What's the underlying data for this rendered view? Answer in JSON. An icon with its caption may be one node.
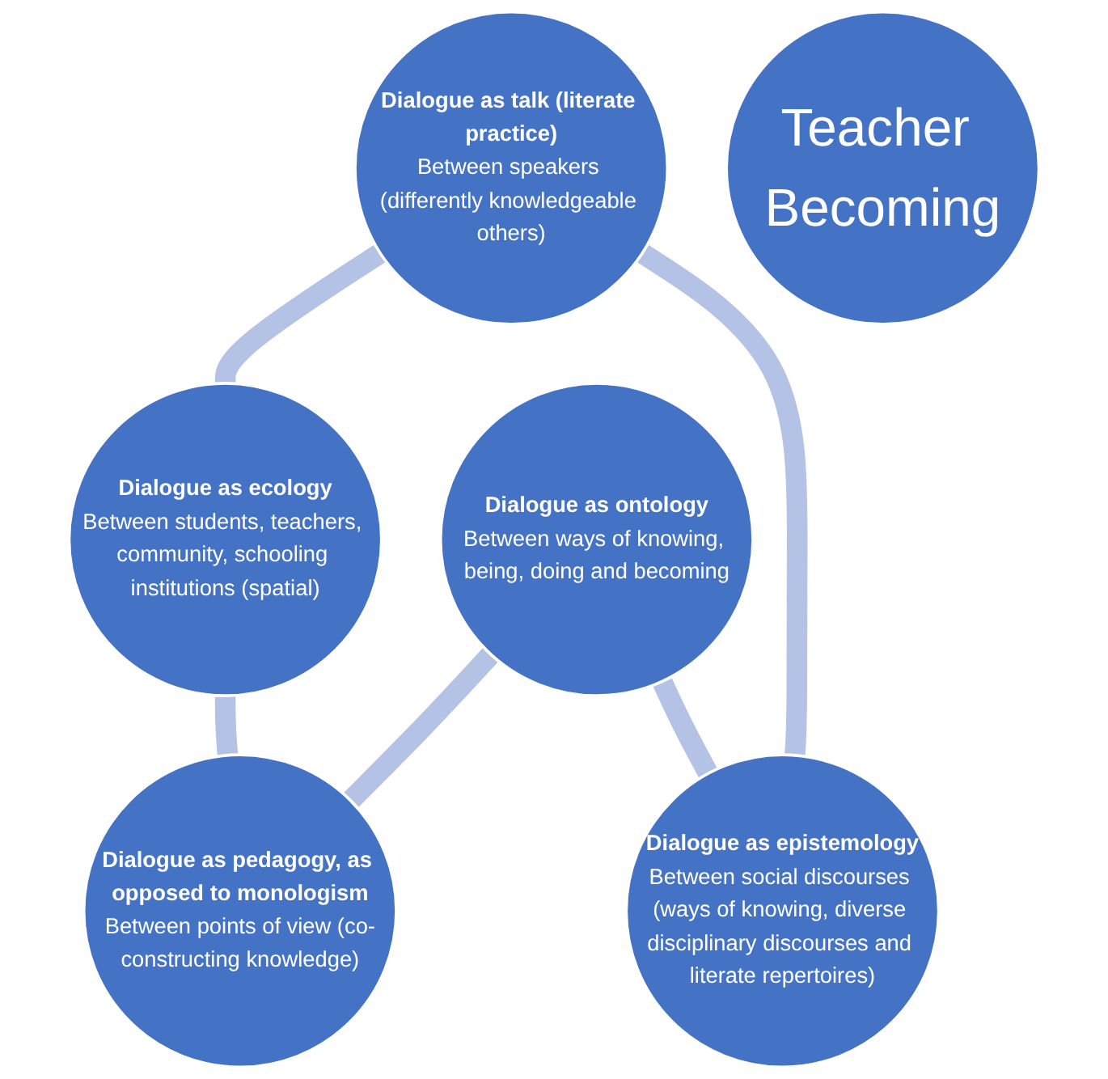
{
  "diagram": {
    "nodes": [
      {
        "text": [
          "Dialogue as talk (literate practice)",
          "Between speakers (differently knowledgeable others)"
        ]
      },
      {
        "text": [
          "Dialogue as epistemology",
          "Between social discourses (ways of knowing, diverse disciplinary discourses and literate repertoires)"
        ]
      },
      {
        "text": [
          "Dialogue as ecology",
          "Between students, teachers, community, schooling institutions (spatial)"
        ]
      },
      {
        "text": [
          "Teacher Becoming"
        ]
      },
      {
        "text": [
          "Dialogue as ontology",
          "Between ways of knowing, being, doing and becoming"
        ]
      },
      {
        "text": [
          "Dialogue as pedagogy, as opposed to monologism",
          "Between points of view (co-constructing knowledge)"
        ]
      }
    ],
    "edges": [
      {
        "from": 0,
        "to": 2,
        "arrow": "none"
      },
      {
        "from": 2,
        "to": 5,
        "arrow": "none"
      },
      {
        "from": 4,
        "to": 5,
        "arrow": "none"
      },
      {
        "from": 4,
        "to": 1,
        "arrow": "none"
      },
      {
        "from": 0,
        "to": 1,
        "arrow": "none"
      }
    ]
  }
}
